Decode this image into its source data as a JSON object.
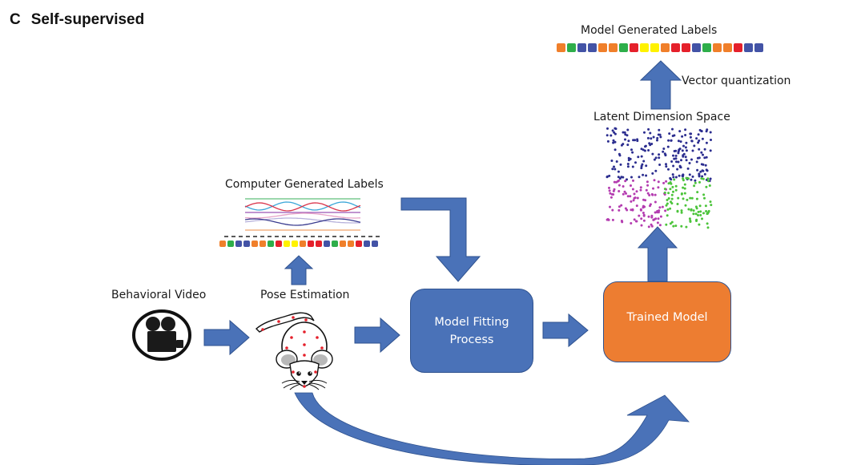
{
  "panel": {
    "letter": "C",
    "title": "Self-supervised"
  },
  "nodes": {
    "behavioral_video": {
      "label": "Behavioral Video",
      "icon": "video-camera-icon"
    },
    "pose_estimation": {
      "label": "Pose Estimation",
      "icon": "mouse-keypoints-icon"
    },
    "computer_generated_labels": {
      "label": "Computer Generated Labels"
    },
    "model_fitting": {
      "line1": "Model Fitting",
      "line2": "Process"
    },
    "trained_model": {
      "label": "Trained Model"
    },
    "latent_space": {
      "label": "Latent Dimension Space"
    },
    "vector_quantization": {
      "label": "Vector quantization"
    },
    "model_generated_labels": {
      "label": "Model Generated Labels"
    }
  },
  "colors": {
    "arrow_blue": "#4a72b8",
    "box_orange": "#ed7d31",
    "label_palette": {
      "orange": "#f07f2a",
      "green": "#2eae4a",
      "blue": "#4353a6",
      "red": "#e5202b",
      "yellow": "#fff200"
    },
    "cluster_colors": {
      "top": "#2b2d8f",
      "bottom_left": "#b43cb0",
      "bottom_right": "#4cc43b"
    }
  },
  "model_generated_label_sequence": [
    "orange",
    "green",
    "blue",
    "blue",
    "orange",
    "orange",
    "green",
    "red",
    "yellow",
    "yellow",
    "orange",
    "red",
    "red",
    "blue",
    "green",
    "orange",
    "orange",
    "red",
    "blue",
    "blue"
  ],
  "computer_generated_label_sequence": [
    "orange",
    "green",
    "blue",
    "blue",
    "orange",
    "orange",
    "green",
    "red",
    "yellow",
    "yellow",
    "orange",
    "red",
    "red",
    "blue",
    "green",
    "orange",
    "orange",
    "red",
    "blue",
    "blue"
  ],
  "keypoint_traces": [
    {
      "name": "trace-green",
      "color": "#5fbf7a",
      "kind": "flat"
    },
    {
      "name": "trace-cyan",
      "color": "#3aa6d8",
      "kind": "wave"
    },
    {
      "name": "trace-red",
      "color": "#d9334a",
      "kind": "wave"
    },
    {
      "name": "trace-purple",
      "color": "#9a55b5",
      "kind": "flat"
    },
    {
      "name": "trace-pink",
      "color": "#e7a3c8",
      "kind": "wave"
    },
    {
      "name": "trace-lavender",
      "color": "#b7b2dc",
      "kind": "wave"
    },
    {
      "name": "trace-navy",
      "color": "#3a3c8f",
      "kind": "wave"
    },
    {
      "name": "trace-orange",
      "color": "#f0a56a",
      "kind": "flat"
    }
  ],
  "latent_clusters": [
    {
      "name": "cluster-blue",
      "color": "#2b2d8f",
      "count": 210
    },
    {
      "name": "cluster-magenta",
      "color": "#b43cb0",
      "count": 110
    },
    {
      "name": "cluster-green",
      "color": "#4cc43b",
      "count": 95
    }
  ]
}
